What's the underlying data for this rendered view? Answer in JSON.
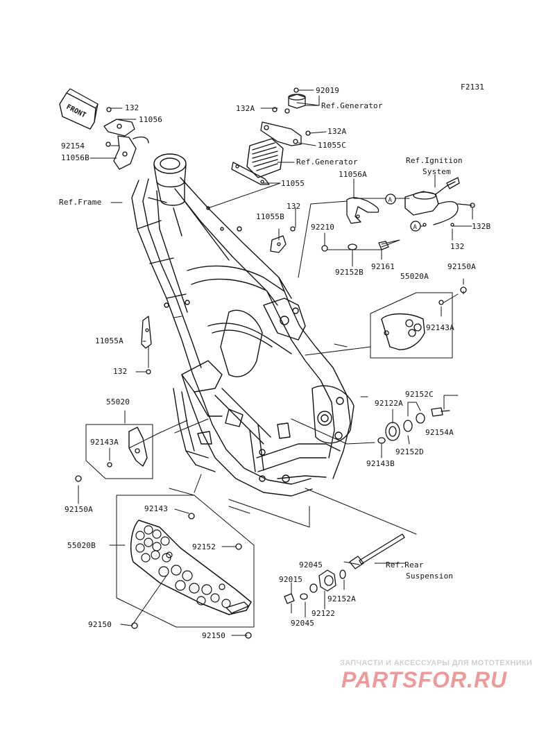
{
  "diagram_code": "F2131",
  "front_label": "FRONT",
  "callout_letter": "A",
  "parts": {
    "p92019": "92019",
    "p132A_top": "132A",
    "ref_generator_1": "Ref.Generator",
    "p132_top": "132",
    "p11056": "11056",
    "p132A_right": "132A",
    "p11055C": "11055C",
    "p92154": "92154",
    "p11056B": "11056B",
    "ref_generator_2": "Ref.Generator",
    "p11055": "11055",
    "ref_ignition_1": "Ref.Ignition",
    "ref_ignition_2": "System",
    "p11056A": "11056A",
    "ref_frame": "Ref.Frame",
    "p132_mid": "132",
    "p11055B": "11055B",
    "p92210": "92210",
    "p132B": "132B",
    "p132_ign": "132",
    "p92152B": "92152B",
    "p92161": "92161",
    "p92150A_right": "92150A",
    "p55020A": "55020A",
    "p92143A_right": "92143A",
    "p11055A": "11055A",
    "p132_left": "132",
    "p92152C": "92152C",
    "p92122A": "92122A",
    "p55020": "55020",
    "p92154A": "92154A",
    "p92143A_left": "92143A",
    "p92152D": "92152D",
    "p92143B": "92143B",
    "p92150A_left": "92150A",
    "p92143": "92143",
    "p55020B": "55020B",
    "p92152": "92152",
    "ref_rear_1": "Ref.Rear",
    "ref_rear_2": "Suspension",
    "p92045_top": "92045",
    "p92015": "92015",
    "p92152A": "92152A",
    "p92122": "92122",
    "p92045_bot": "92045",
    "p92150_left": "92150",
    "p92150_bot": "92150"
  },
  "watermark": {
    "caption": "ЗАПЧАСТИ И АКСЕССУАРЫ ДЛЯ МОТОТЕХНИКИ",
    "logo": "PARTSFOR.RU"
  }
}
